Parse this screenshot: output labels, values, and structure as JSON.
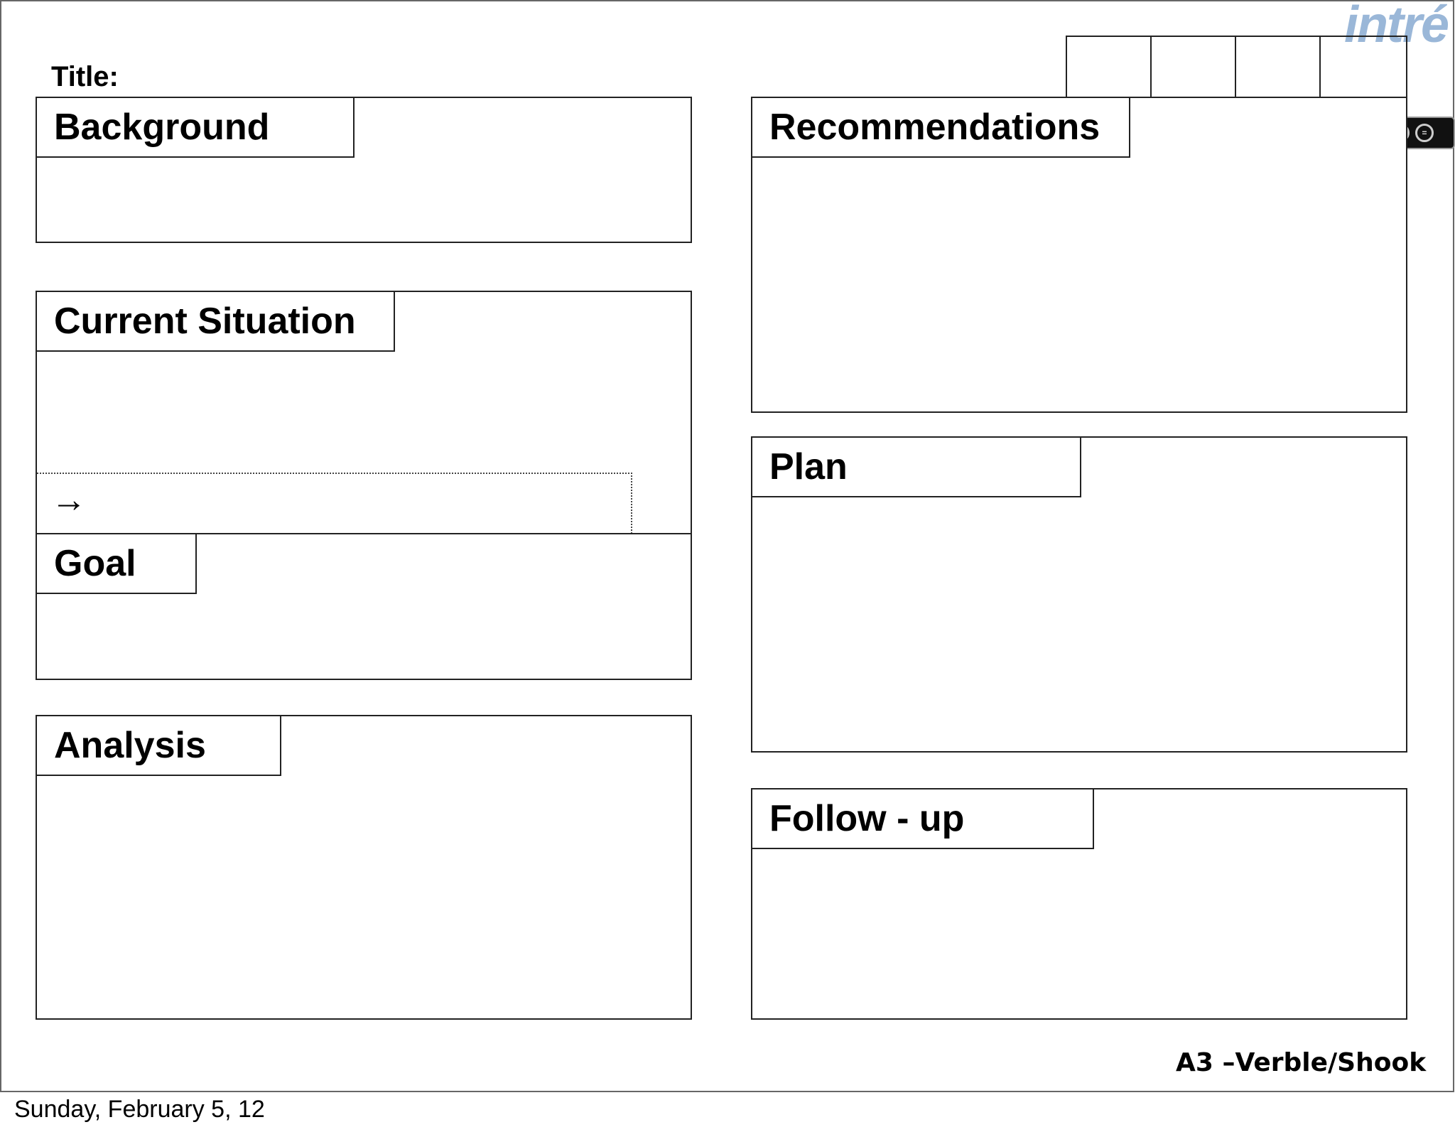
{
  "page": {
    "title_label": "Title:",
    "footer_right": "A3 –Verble/Shook",
    "footer_date": "Sunday, February 5, 12"
  },
  "logo": {
    "text": "intré"
  },
  "cc_badge": {
    "cc": "cc",
    "by": "i",
    "nd": "="
  },
  "arrow": "→",
  "sections": {
    "background": "Background",
    "current_situation": "Current Situation",
    "goal": "Goal",
    "analysis": "Analysis",
    "recommendations": "Recommendations",
    "plan": "Plan",
    "follow_up": "Follow - up"
  }
}
